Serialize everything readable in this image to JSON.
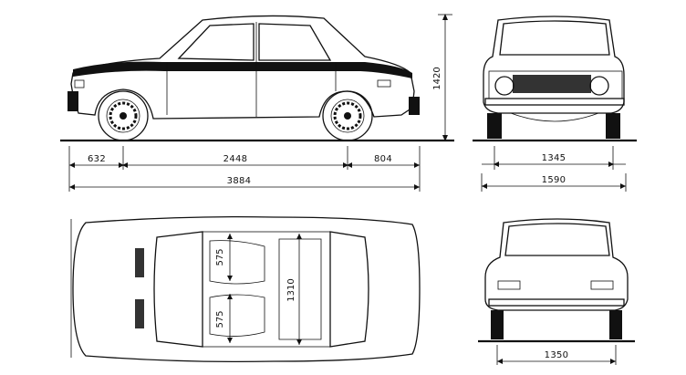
{
  "dimensions": {
    "front_overhang": "632",
    "wheelbase": "2448",
    "rear_overhang": "804",
    "overall_length": "3884",
    "height": "1420",
    "front_track": "1345",
    "overall_width": "1590",
    "rear_track": "1350",
    "front_seat_width": "575",
    "rear_seat_width": "575",
    "interior_width": "1310"
  },
  "colors": {
    "background": "#ffffff",
    "ink": "#111111",
    "stripe": "#111111"
  }
}
